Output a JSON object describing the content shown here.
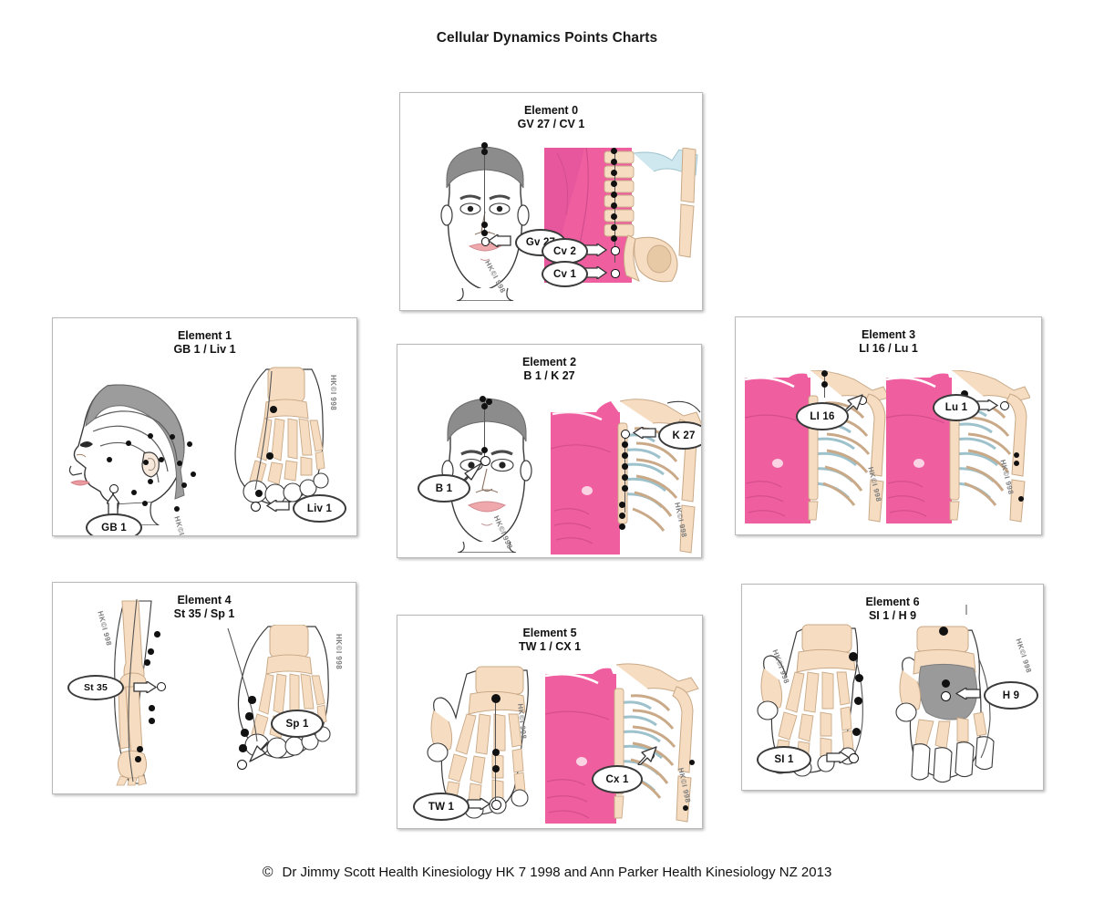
{
  "page": {
    "title": "Cellular Dynamics Points Charts",
    "footer_symbol": "©",
    "footer_text": "Dr Jimmy Scott Health Kinesiology HK 7 1998 and Ann Parker Health Kinesiology NZ 2013",
    "watermark": "HK©I 998",
    "background": "#ffffff"
  },
  "colors": {
    "muscle_pink": "#ef5fa0",
    "bone_tan": "#f6ddc2",
    "bone_tan_dark": "#e8c9a6",
    "cartilage_blue": "#cfe7ee",
    "hair_gray": "#8c8c8c",
    "skin_outline": "#3a3a3a",
    "lip_pink": "#efa8ab",
    "panel_border": "#b9b9b9",
    "dot_black": "#111111",
    "glove_gray": "#9a9a9a"
  },
  "panels": [
    {
      "id": "element-0",
      "element": "Element 0",
      "points": "GV 27 / CV 1",
      "labels": [
        "Gv 27",
        "Cv 2",
        "Cv 1"
      ],
      "figures": [
        "front-face-head",
        "lumbar-spine-pelvis"
      ]
    },
    {
      "id": "element-1",
      "element": "Element 1",
      "points": "GB 1 /  Liv 1",
      "labels": [
        "GB 1",
        "Liv 1"
      ],
      "figures": [
        "head-profile-side",
        "foot-dorsum-skeleton"
      ]
    },
    {
      "id": "element-2",
      "element": "Element 2",
      "points": "B 1 / K 27",
      "labels": [
        "B 1",
        "K 27"
      ],
      "figures": [
        "front-face-head",
        "chest-ribcage-left"
      ]
    },
    {
      "id": "element-3",
      "element": "Element 3",
      "points": "LI 16 / Lu 1",
      "labels": [
        "LI 16",
        "Lu 1"
      ],
      "figures": [
        "chest-ribcage-left",
        "chest-ribcage-left"
      ]
    },
    {
      "id": "element-4",
      "element": "Element 4",
      "points": "St 35 / Sp 1",
      "labels": [
        "St 35",
        "Sp 1"
      ],
      "figures": [
        "lower-leg-knee-skeleton",
        "foot-dorsum-skeleton"
      ]
    },
    {
      "id": "element-5",
      "element": "Element 5",
      "points": "TW 1 / CX 1",
      "labels": [
        "TW 1",
        "Cx 1"
      ],
      "figures": [
        "hand-dorsum-skeleton",
        "chest-ribcage-torso"
      ]
    },
    {
      "id": "element-6",
      "element": "Element 6",
      "points": "SI 1 / H 9",
      "labels": [
        "SI 1",
        "H 9"
      ],
      "figures": [
        "hand-dorsum-skeleton",
        "hand-palm-skeleton"
      ]
    }
  ]
}
